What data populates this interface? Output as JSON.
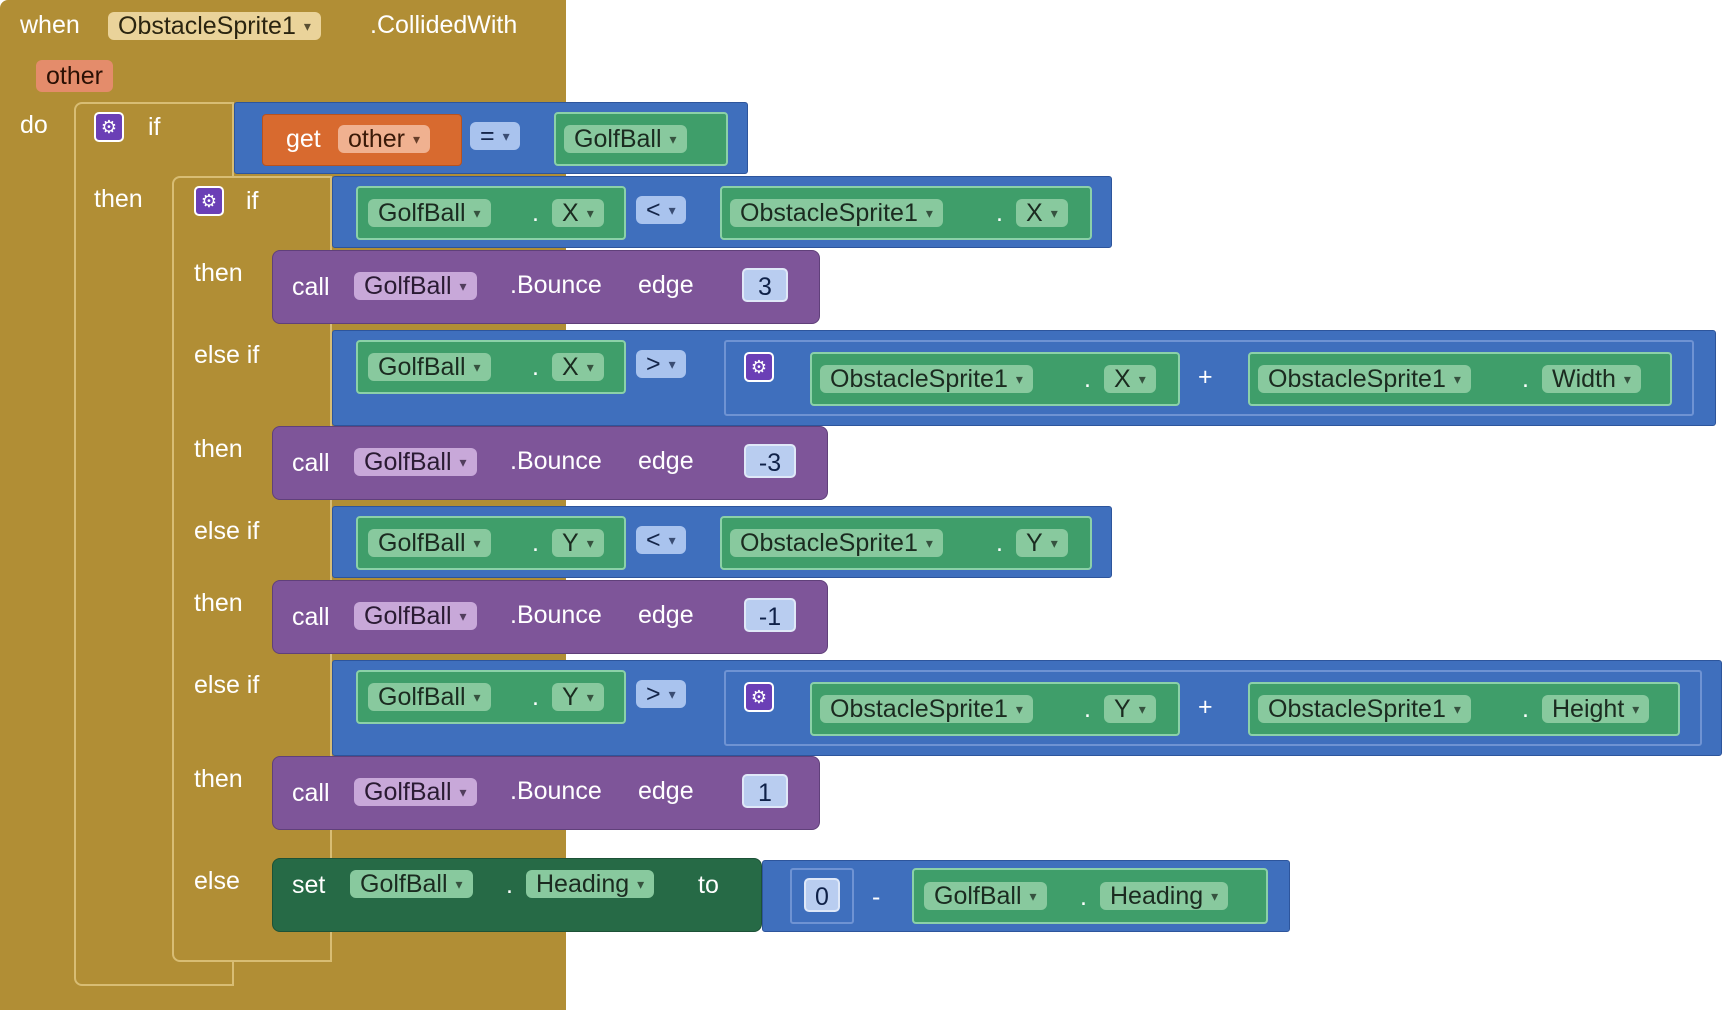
{
  "event": {
    "when": "when",
    "component": "ObstacleSprite1",
    "event_name": ".CollidedWith",
    "param": "other",
    "do": "do"
  },
  "outer_if": {
    "if": "if",
    "then": "then",
    "get": "get",
    "var": "other",
    "op": "=",
    "component": "GolfBall"
  },
  "inner_if": {
    "if": "if",
    "then": "then",
    "else_if": "else if",
    "else": "else"
  },
  "cond1": {
    "left": "GolfBall",
    "left_prop": "X",
    "op": "<",
    "right": "ObstacleSprite1",
    "right_prop": "X",
    "dot": "."
  },
  "cond2": {
    "left": "GolfBall",
    "left_prop": "X",
    "op": ">",
    "a": "ObstacleSprite1",
    "a_prop": "X",
    "plus": "+",
    "b": "ObstacleSprite1",
    "b_prop": "Width",
    "dot": "."
  },
  "cond3": {
    "left": "GolfBall",
    "left_prop": "Y",
    "op": "<",
    "right": "ObstacleSprite1",
    "right_prop": "Y",
    "dot": "."
  },
  "cond4": {
    "left": "GolfBall",
    "left_prop": "Y",
    "op": ">",
    "a": "ObstacleSprite1",
    "a_prop": "Y",
    "plus": "+",
    "b": "ObstacleSprite1",
    "b_prop": "Height",
    "dot": "."
  },
  "calls": [
    {
      "call": "call",
      "component": "GolfBall",
      "method": ".Bounce",
      "arg": "edge",
      "value": "3"
    },
    {
      "call": "call",
      "component": "GolfBall",
      "method": ".Bounce",
      "arg": "edge",
      "value": "-3"
    },
    {
      "call": "call",
      "component": "GolfBall",
      "method": ".Bounce",
      "arg": "edge",
      "value": "-1"
    },
    {
      "call": "call",
      "component": "GolfBall",
      "method": ".Bounce",
      "arg": "edge",
      "value": "1"
    }
  ],
  "setter": {
    "set": "set",
    "component": "GolfBall",
    "prop": "Heading",
    "to": "to",
    "num": "0",
    "minus": "-",
    "r_component": "GolfBall",
    "r_prop": "Heading",
    "dot": "."
  },
  "icons": {
    "dropdown": "▾",
    "gear": "⚙"
  },
  "colors": {
    "control": "#b18e35",
    "math": "#3f6fbd",
    "component": "#3f9e6a",
    "call": "#7e5599",
    "set": "#266a46",
    "variable": "#d86a2f"
  }
}
